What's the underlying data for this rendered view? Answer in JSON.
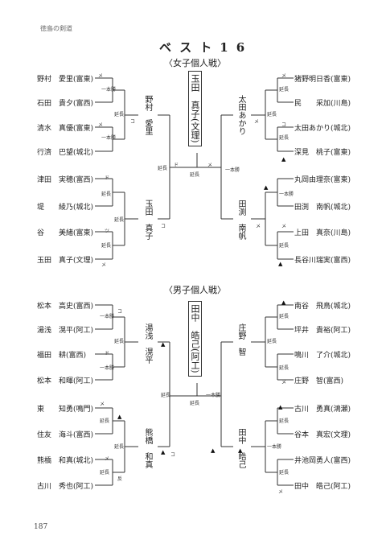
{
  "header": {
    "running_title": "徳島の剣道",
    "page_number": "187"
  },
  "title": "ベスト16",
  "sections": {
    "women": {
      "label": "〈女子個人戦〉",
      "left_players": [
        "野村　愛里(富東)",
        "石田　貴夕(富西)",
        "清水　真優(富東)",
        "行濟　巴望(城北)",
        "津田　実穂(富西)",
        "堤　　綾乃(城北)",
        "谷　　美緒(富東)",
        "玉田　真子(文理)"
      ],
      "right_players": [
        "猪野明日香(富東)",
        "民　　采加(川島)",
        "太田あかり(城北)",
        "深見　桃子(富東)",
        "丸岡由理奈(富東)",
        "田渕　南帆(城北)",
        "上田　真奈(川島)",
        "長谷川瑞実(富西)"
      ],
      "semi": [
        "野村　愛里",
        "玉田　真子",
        "太田あかり",
        "田渕　南帆"
      ],
      "champion": "玉田　真子",
      "champion_school": "(文理)"
    },
    "men": {
      "label": "〈男子個人戦〉",
      "left_players": [
        "松本　高史(富西)",
        "湯浅　滉平(阿工)",
        "福田　耕(富西)",
        "松本　和暉(阿工)",
        "東　　知勇(鳴門)",
        "住友　海斗(富西)",
        "熊橋　和真(城北)",
        "古川　秀也(阿工)"
      ],
      "right_players": [
        "南谷　飛鳥(城北)",
        "坪井　貴裕(阿工)",
        "鳴川　了介(城北)",
        "庄野　智(富西)",
        "古川　勇真(鴻瀬)",
        "谷本　真宏(文理)",
        "井池岡勇人(富西)",
        "田中　皓己(阿工)"
      ],
      "semi": [
        "湯浅　滉平",
        "熊橋　和真",
        "庄野　智",
        "田中　皓己"
      ],
      "champion": "田中　皓己",
      "champion_school": "(阿工)"
    }
  },
  "labels": {
    "enchou": "延長",
    "ippon": "一本勝",
    "han": "反"
  },
  "marks": {
    "men": "メ",
    "kote": "コ",
    "do": "ド",
    "tsuki": "ツ",
    "triangle": "▲"
  }
}
